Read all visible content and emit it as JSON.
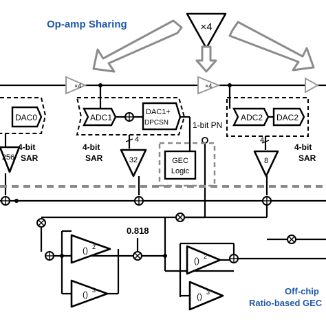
{
  "title": "Op-amp Sharing",
  "gain_top": "×4",
  "gain_small_1": "×4",
  "gain_small_2": "×4",
  "stages": [
    {
      "dac": "DAC0",
      "sar_bits": "4-bit",
      "sar_word": "SAR",
      "gain": "256"
    },
    {
      "adc": "ADC1",
      "dac_line1": "DAC1+",
      "dac_line2": "DPCSN",
      "sar_bits": "4-bit",
      "sar_word": "SAR",
      "gain": "32",
      "bus": "4"
    },
    {
      "adc": "ADC2",
      "dac": "DAC2",
      "sar_bits": "4-bit",
      "sar_word": "SAR",
      "gain": "8",
      "bus": "4"
    }
  ],
  "pn_label": "1-bit PN",
  "gec_line1": "GEC",
  "gec_line2": "Logic",
  "coef": "0.818",
  "square_label": "()",
  "square_exp": "2",
  "cube_label": "()",
  "cube_exp": "3",
  "offchip_line1": "Off-chip",
  "offchip_line2": "Ratio-based GEC",
  "colors": {
    "accent": "#1f5aa8",
    "gray": "#8a8a8a"
  }
}
